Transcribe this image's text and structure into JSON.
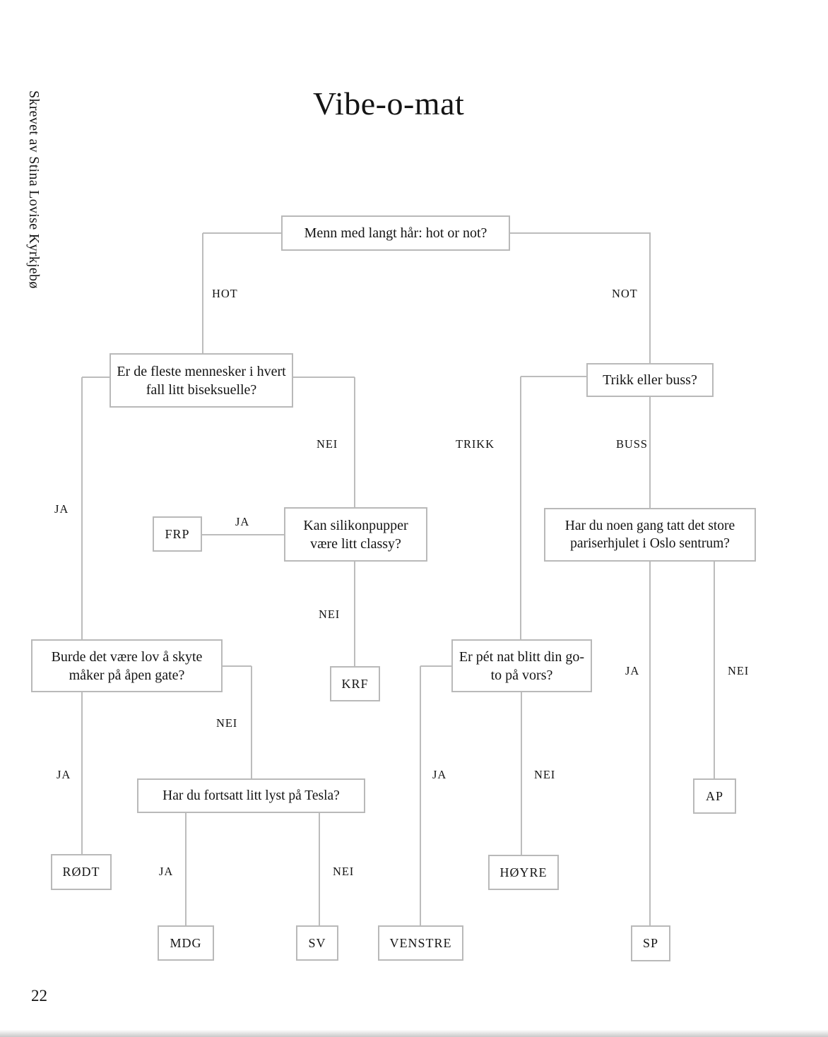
{
  "page": {
    "title": "Vibe-o-mat",
    "byline": "Skrevet av Stina Lovise Kyrkjebø",
    "page_number": "22"
  },
  "colors": {
    "line": "#bcbcbc",
    "text": "#141414",
    "background": "#ffffff"
  },
  "flow": {
    "q1": {
      "text": "Menn med langt hår: hot or not?",
      "branches": [
        {
          "label": "HOT",
          "to": "q2"
        },
        {
          "label": "NOT",
          "to": "q3"
        }
      ]
    },
    "q2": {
      "text": "Er de fleste mennesker i hvert fall litt biseksuelle?",
      "branches": [
        {
          "label": "JA",
          "to": "q4"
        },
        {
          "label": "NEI",
          "to": "q5"
        }
      ]
    },
    "q3": {
      "text": "Trikk eller buss?",
      "branches": [
        {
          "label": "TRIKK",
          "to": "q8"
        },
        {
          "label": "BUSS",
          "to": "q6"
        }
      ]
    },
    "q4": {
      "text": "Burde det være lov å skyte måker på åpen gate?",
      "branches": [
        {
          "label": "JA",
          "to": "rodt"
        },
        {
          "label": "NEI",
          "to": "q7"
        }
      ]
    },
    "q5": {
      "text": "Kan silikonpupper være litt classy?",
      "branches": [
        {
          "label": "JA",
          "to": "frp"
        },
        {
          "label": "NEI",
          "to": "krf"
        }
      ]
    },
    "q6": {
      "text": "Har du noen gang tatt det store pariserhjulet i Oslo sentrum?",
      "branches": [
        {
          "label": "JA",
          "to": "sp"
        },
        {
          "label": "NEI",
          "to": "ap"
        }
      ]
    },
    "q7": {
      "text": "Har du fortsatt litt lyst på Tesla?",
      "branches": [
        {
          "label": "JA",
          "to": "mdg"
        },
        {
          "label": "NEI",
          "to": "sv"
        }
      ]
    },
    "q8": {
      "text": "Er pét nat blitt din go-to på vors?",
      "branches": [
        {
          "label": "JA",
          "to": "venstre"
        },
        {
          "label": "NEI",
          "to": "hoyre"
        }
      ]
    }
  },
  "results": {
    "frp": "FRP",
    "krf": "KRF",
    "rodt": "RØDT",
    "mdg": "MDG",
    "sv": "SV",
    "venstre": "VENSTRE",
    "hoyre": "HØYRE",
    "ap": "AP",
    "sp": "SP"
  }
}
